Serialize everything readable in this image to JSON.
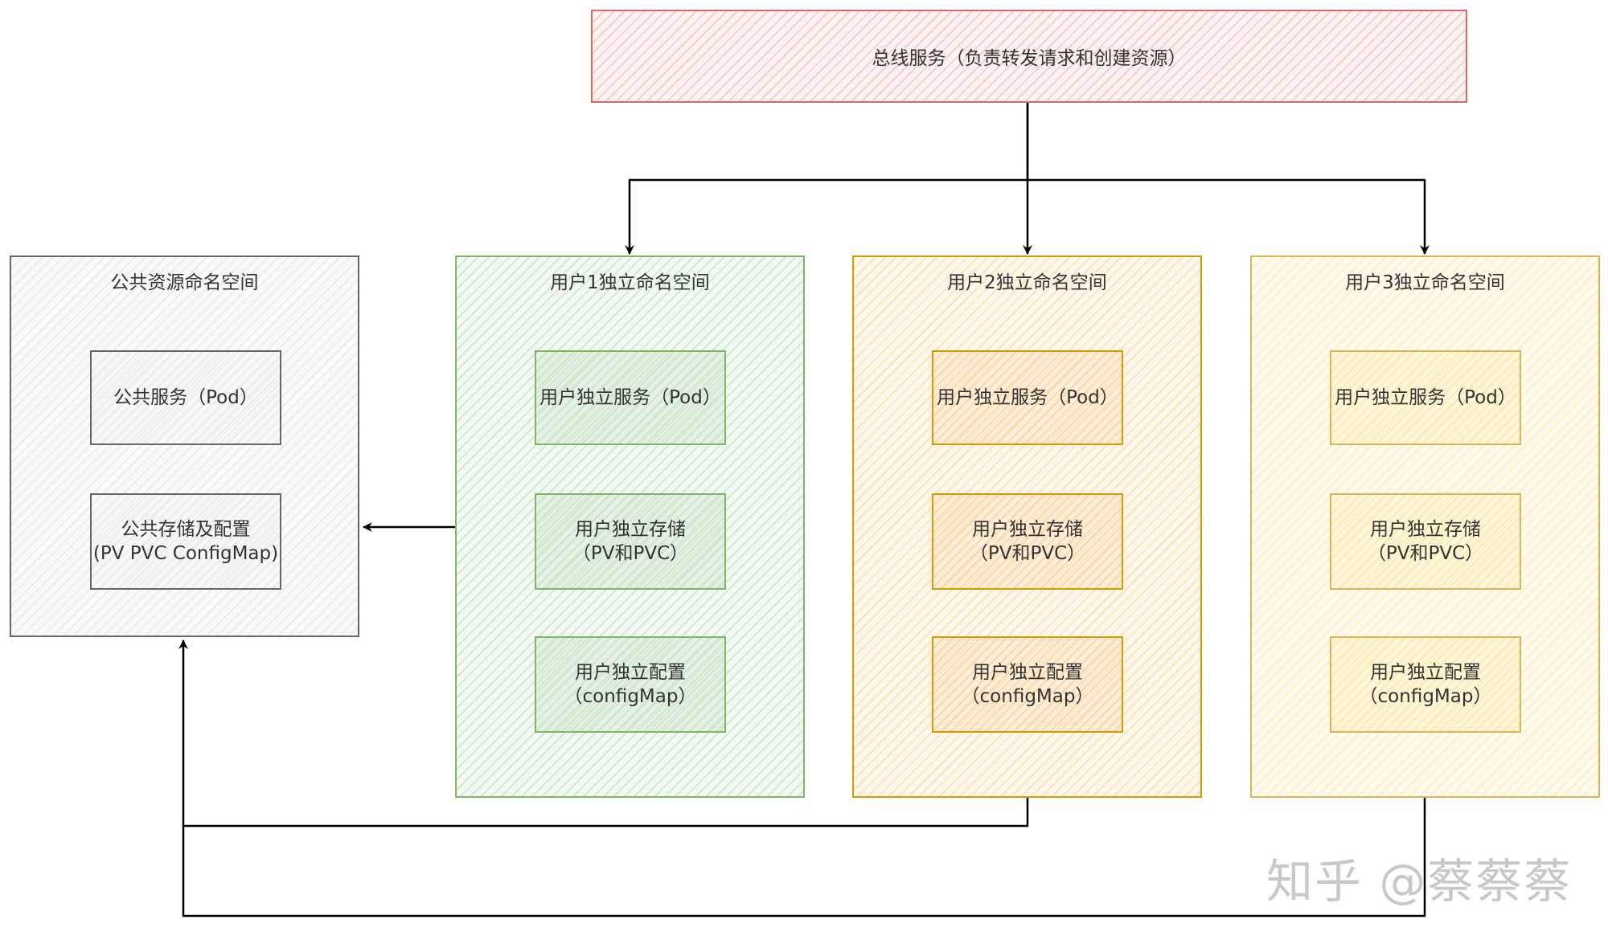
{
  "bus": {
    "label": "总线服务（负责转发请求和创建资源）"
  },
  "namespaces": {
    "public": {
      "title": "公共资源命名空间",
      "service": "公共服务（Pod）",
      "storage_line1": "公共存储及配置",
      "storage_line2": "(PV PVC ConfigMap)"
    },
    "user1": {
      "title": "用户1独立命名空间",
      "service": "用户独立服务（Pod）",
      "storage_line1": "用户独立存储",
      "storage_line2": "（PV和PVC）",
      "config_line1": "用户独立配置",
      "config_line2": "（configMap）"
    },
    "user2": {
      "title": "用户2独立命名空间",
      "service": "用户独立服务（Pod）",
      "storage_line1": "用户独立存储",
      "storage_line2": "（PV和PVC）",
      "config_line1": "用户独立配置",
      "config_line2": "（configMap）"
    },
    "user3": {
      "title": "用户3独立命名空间",
      "service": "用户独立服务（Pod）",
      "storage_line1": "用户独立存储",
      "storage_line2": "（PV和PVC）",
      "config_line1": "用户独立配置",
      "config_line2": "（configMap）"
    }
  },
  "watermark": "知乎 @蔡蔡蔡",
  "colors": {
    "bus_stroke": "#d46a6a",
    "public_stroke": "#666666",
    "user1_stroke": "#82b366",
    "user2_stroke": "#d79b00",
    "user3_stroke": "#d6b656",
    "edge": "#000000"
  }
}
